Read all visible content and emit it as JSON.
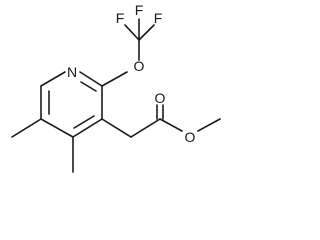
{
  "atoms": {
    "n1": "N",
    "o_ether": "O",
    "f_left": "F",
    "f_middle": "F",
    "f_right": "F",
    "o_carbonyl": "O",
    "o_ester": "O"
  }
}
